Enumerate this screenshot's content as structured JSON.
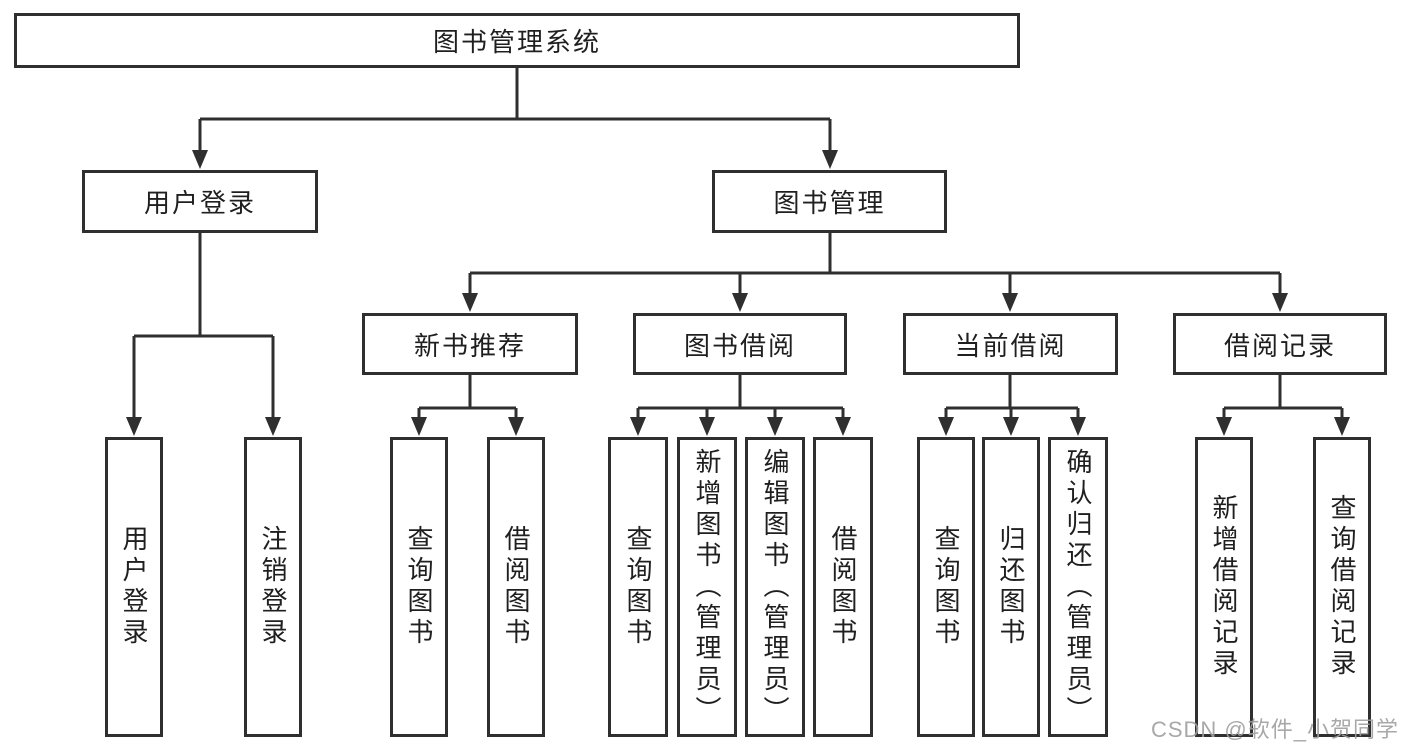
{
  "tree": {
    "label": "图书管理系统",
    "children": [
      {
        "label": "用户登录",
        "children": [
          {
            "label": "用户登录"
          },
          {
            "label": "注销登录"
          }
        ]
      },
      {
        "label": "图书管理",
        "children": [
          {
            "label": "新书推荐",
            "children": [
              {
                "label": "查询图书"
              },
              {
                "label": "借阅图书"
              }
            ]
          },
          {
            "label": "图书借阅",
            "children": [
              {
                "label": "查询图书"
              },
              {
                "label": "新增图书（管理员）"
              },
              {
                "label": "编辑图书（管理员）"
              },
              {
                "label": "借阅图书"
              }
            ]
          },
          {
            "label": "当前借阅",
            "children": [
              {
                "label": "查询图书"
              },
              {
                "label": "归还图书"
              },
              {
                "label": "确认归还（管理员）"
              }
            ]
          },
          {
            "label": "借阅记录",
            "children": [
              {
                "label": "新增借阅记录"
              },
              {
                "label": "查询借阅记录"
              }
            ]
          }
        ]
      }
    ]
  },
  "watermark": "CSDN @软件_小贺同学",
  "colors": {
    "line": "#2f2f2f",
    "text": "#1f1f1f",
    "background": "#ffffff",
    "watermark": "#9e9e9e"
  }
}
